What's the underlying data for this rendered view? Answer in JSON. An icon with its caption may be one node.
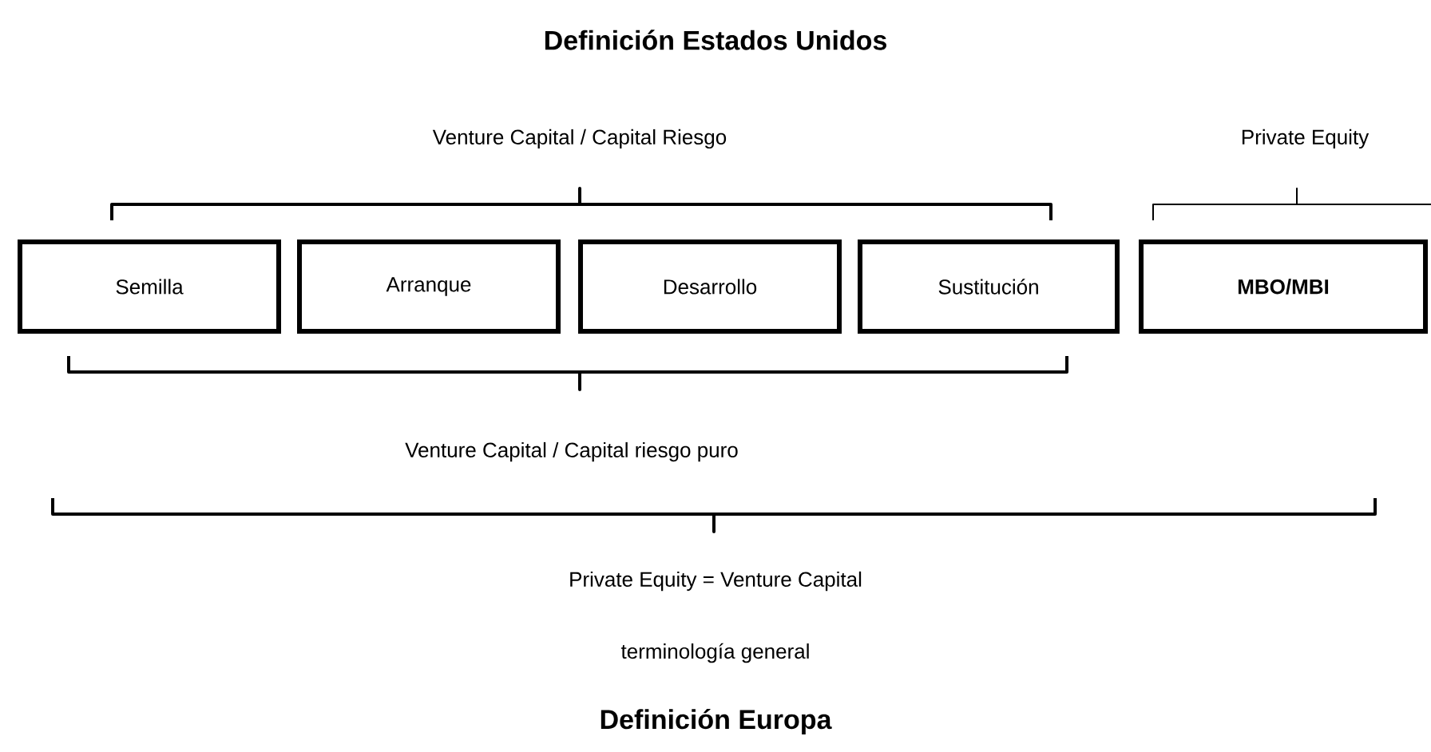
{
  "diagram": {
    "title": "Definición Estados Unidos",
    "caption": "Definición Europa",
    "nodes": [
      {
        "text": [
          "Semilla"
        ]
      },
      {
        "text": [
          "Arranque"
        ]
      },
      {
        "text": [
          "Desarrollo"
        ]
      },
      {
        "text": [
          "Sustitución"
        ]
      },
      {
        "text": [
          "MBO/MBI"
        ]
      }
    ],
    "labels": [
      "Venture Capital / Capital Riesgo",
      "Private Equity",
      "Venture Capital / Capital riesgo puro",
      "Private Equity = Venture Capital",
      "terminología general"
    ]
  }
}
